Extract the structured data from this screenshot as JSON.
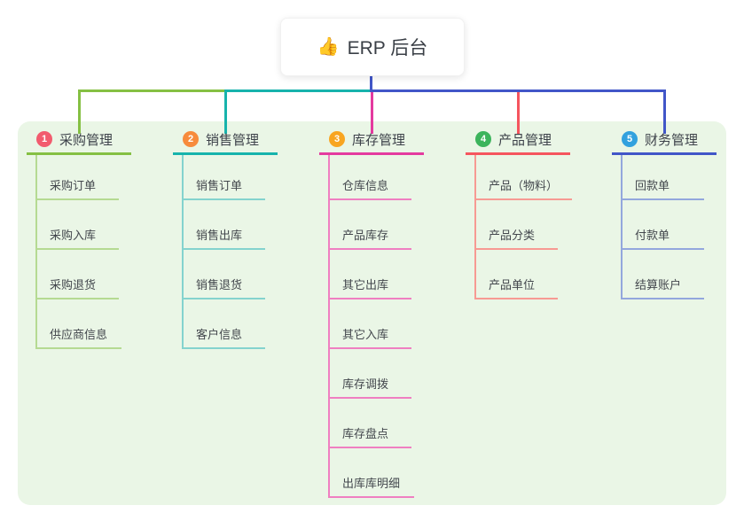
{
  "root": {
    "icon": "👍",
    "title": "ERP 后台"
  },
  "colors": {
    "panel_bg": "#eaf6e6",
    "root_stem": "#4156c8",
    "header_text": "#3d424a",
    "child_text": "#43474d"
  },
  "branches": [
    {
      "num": "1",
      "label": "采购管理",
      "badge_color": "#f25b6e",
      "line_color": "#85c043",
      "child_line_color": "#b5da92",
      "children": [
        "采购订单",
        "采购入库",
        "采购退货",
        "供应商信息"
      ]
    },
    {
      "num": "2",
      "label": "销售管理",
      "badge_color": "#f78b3c",
      "line_color": "#17b3ac",
      "child_line_color": "#84d3ce",
      "children": [
        "销售订单",
        "销售出库",
        "销售退货",
        "客户信息"
      ]
    },
    {
      "num": "3",
      "label": "库存管理",
      "badge_color": "#f8a521",
      "line_color": "#e43a9f",
      "child_line_color": "#ef7fc1",
      "children": [
        "仓库信息",
        "产品库存",
        "其它出库",
        "其它入库",
        "库存调拨",
        "库存盘点",
        "出库库明细"
      ]
    },
    {
      "num": "4",
      "label": "产品管理",
      "badge_color": "#3cb45c",
      "line_color": "#f5555e",
      "child_line_color": "#f79a93",
      "children": [
        "产品（物料）",
        "产品分类",
        "产品单位"
      ]
    },
    {
      "num": "5",
      "label": "财务管理",
      "badge_color": "#32a1de",
      "line_color": "#4156c8",
      "child_line_color": "#93a7dd",
      "children": [
        "回款单",
        "付款单",
        "结算账户"
      ]
    }
  ]
}
